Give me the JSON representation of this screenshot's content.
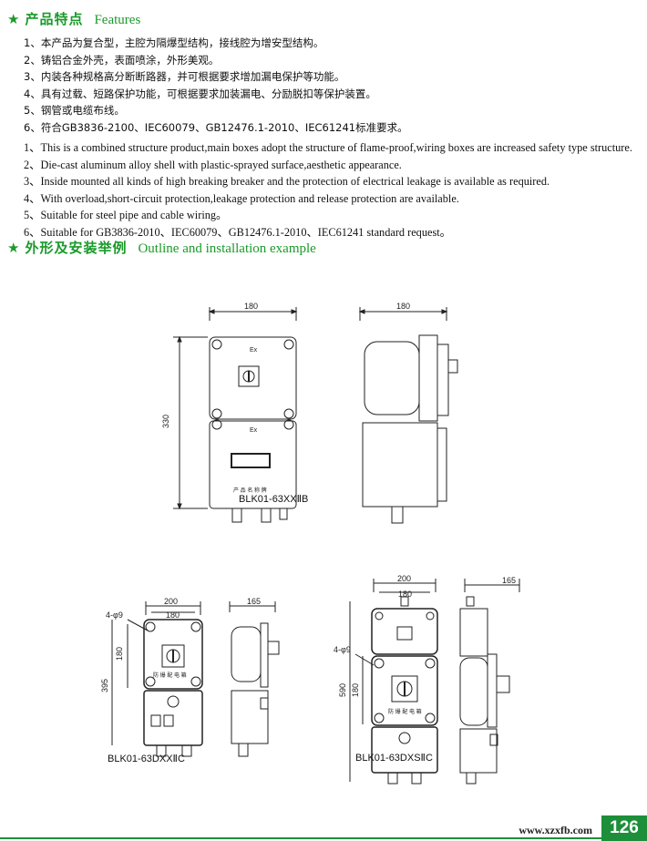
{
  "features": {
    "star": "★",
    "title_zh": "产品特点",
    "title_en": "Features",
    "items_zh": [
      "1、本产品为复合型，主腔为隔爆型结构，接线腔为增安型结构。",
      "2、铸铝合金外壳，表面喷涂，外形美观。",
      "3、内装各种规格高分断断路器，并可根据要求增加漏电保护等功能。",
      "4、具有过载、短路保护功能，可根据要求加装漏电、分励脱扣等保护装置。",
      "5、钢管或电缆布线。",
      "6、符合GB3836-2100、IEC60079、GB12476.1-2010、IEC61241标准要求。"
    ],
    "items_en": [
      "1、This is a combined structure product,main boxes adopt the structure of flame-proof,wiring boxes are increased safety type structure.",
      "2、Die-cast aluminum alloy shell with plastic-sprayed surface,aesthetic appearance.",
      "3、Inside mounted all kinds of high breaking breaker and the protection of electrical leakage is available as required.",
      "4、With overload,short-circuit protection,leakage protection and release protection are available.",
      "5、Suitable for steel pipe and cable wiring。",
      "6、Suitable for GB3836-2010、IEC60079、GB12476.1-2010、IEC61241 standard request。"
    ]
  },
  "outline": {
    "star": "★",
    "title_zh": "外形及安装举例",
    "title_en": "Outline and installation example"
  },
  "drawings": {
    "d1": {
      "dim_width": "180",
      "dim_height": "330",
      "side_width": "180",
      "ex_top": "Ex",
      "ex_bottom": "Ex",
      "model": "BLK01-63XXⅡB",
      "nameplate": "产 品 名 称 牌"
    },
    "d2": {
      "dim_width_outer": "200",
      "dim_width_inner": "180",
      "dim_height_total": "395",
      "dim_height_upper": "180",
      "hole": "4-φ9",
      "side_width": "165",
      "model": "BLK01-63DXXⅡC",
      "label": "防 爆 配 电 箱"
    },
    "d3": {
      "dim_width_outer": "200",
      "dim_width_inner": "180",
      "dim_height_total": "590",
      "dim_height_upper": "180",
      "hole": "4-φ9",
      "side_width": "165",
      "model": "BLK01-63DXSⅡC",
      "label": "防 爆 配 电 箱"
    }
  },
  "footer": {
    "url": "www.xzxfb.com",
    "page": "126"
  }
}
